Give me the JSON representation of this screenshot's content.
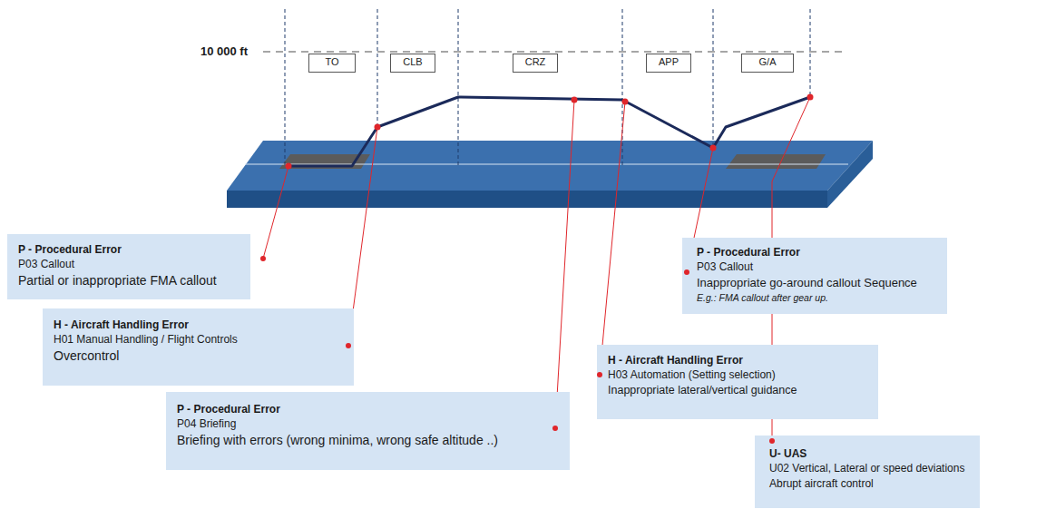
{
  "diagram": {
    "nodes": [
      {
        "text": [
          "TO"
        ]
      },
      {
        "text": [
          "CLB"
        ]
      },
      {
        "text": [
          "CRZ"
        ]
      },
      {
        "text": [
          "APP"
        ]
      },
      {
        "text": [
          "G/A"
        ]
      },
      {
        "text": [
          "P - Procedural Error",
          "P03 Callout",
          "Partial or inappropriate FMA callout"
        ]
      },
      {
        "text": [
          "H - Aircraft Handling Error",
          "H01 Manual Handling / Flight Controls",
          "Overcontrol"
        ]
      },
      {
        "text": [
          "P - Procedural Error",
          "P04 Briefing",
          "Briefing with errors (wrong minima, wrong safe altitude ..)"
        ]
      },
      {
        "text": [
          "H - Aircraft Handling Error",
          "H03 Automation (Setting selection)",
          "Inappropriate lateral/vertical guidance"
        ]
      },
      {
        "text": [
          "P - Procedural Error",
          "P03 Callout",
          "Inappropriate go-around callout Sequence",
          "E.g.: FMA callout after gear up."
        ]
      },
      {
        "text": [
          "U- UAS",
          "U02 Vertical, Lateral or speed deviations",
          "Abrupt aircraft control"
        ]
      }
    ],
    "labels": [
      "10 000 ft"
    ]
  }
}
